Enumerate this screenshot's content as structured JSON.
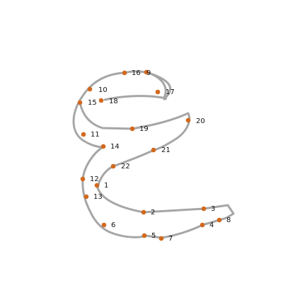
{
  "glyph": {
    "stroke_color": "#a6a6a6",
    "point_color": "#d2691e",
    "label_color": "#111111"
  },
  "points": [
    {
      "id": "1",
      "label": "1"
    },
    {
      "id": "2",
      "label": "2"
    },
    {
      "id": "3",
      "label": "3"
    },
    {
      "id": "4",
      "label": "4"
    },
    {
      "id": "5",
      "label": "5"
    },
    {
      "id": "6",
      "label": "6"
    },
    {
      "id": "7",
      "label": "7"
    },
    {
      "id": "8",
      "label": "8"
    },
    {
      "id": "9",
      "label": "9"
    },
    {
      "id": "10",
      "label": "10"
    },
    {
      "id": "11",
      "label": "11"
    },
    {
      "id": "12",
      "label": "12"
    },
    {
      "id": "13",
      "label": "13"
    },
    {
      "id": "14",
      "label": "14"
    },
    {
      "id": "15",
      "label": "15"
    },
    {
      "id": "16",
      "label": "16"
    },
    {
      "id": "17",
      "label": "17"
    },
    {
      "id": "18",
      "label": "18"
    },
    {
      "id": "19",
      "label": "19"
    },
    {
      "id": "20",
      "label": "20"
    },
    {
      "id": "21",
      "label": "21"
    },
    {
      "id": "22",
      "label": "22"
    }
  ]
}
